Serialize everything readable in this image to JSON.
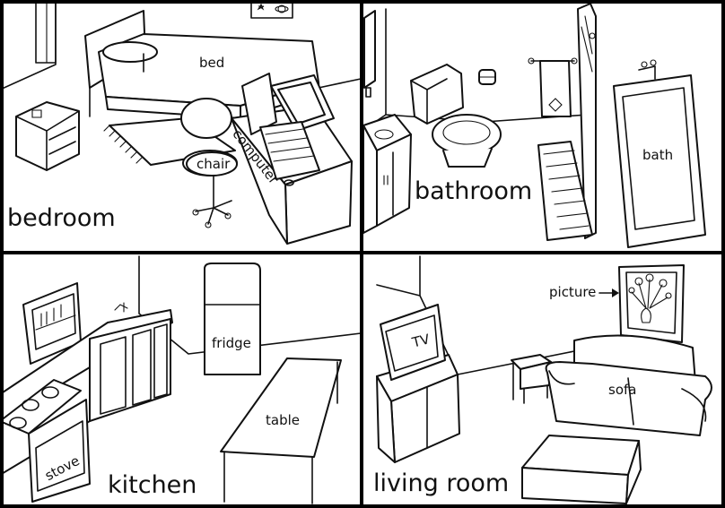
{
  "rooms": {
    "bedroom": {
      "name": "bedroom",
      "items": {
        "bed": "bed",
        "chair": "chair",
        "computer": "computer"
      }
    },
    "bathroom": {
      "name": "bathroom",
      "items": {
        "bath": "bath"
      }
    },
    "kitchen": {
      "name": "kitchen",
      "items": {
        "fridge": "fridge",
        "table": "table",
        "stove": "stove"
      }
    },
    "living_room": {
      "name": "living room",
      "items": {
        "tv": "TV",
        "picture": "picture",
        "sofa": "sofa"
      }
    }
  },
  "icons": {
    "arrow": "right-arrow-icon",
    "poster": "planet-star-poster-icon",
    "flowers": "flower-vase-icon"
  }
}
